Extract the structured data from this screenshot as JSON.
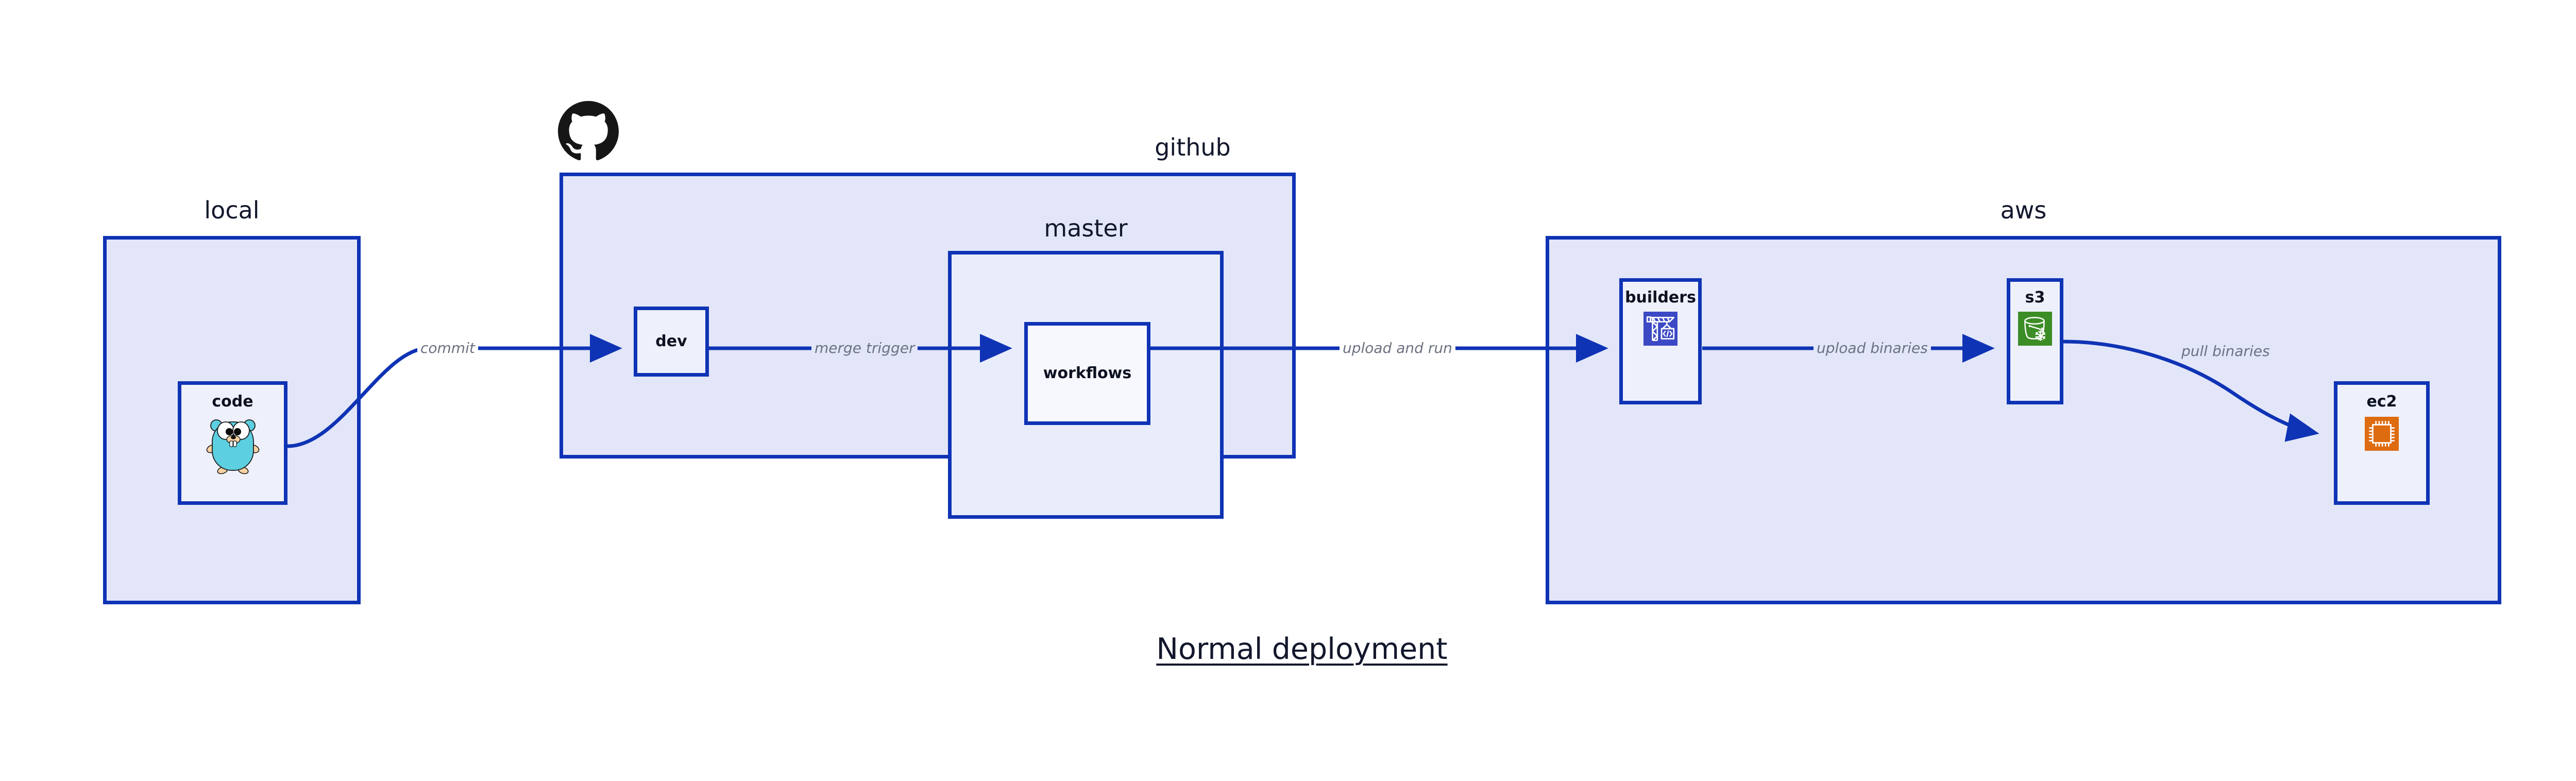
{
  "diagram": {
    "title": "Normal deployment",
    "background_color": "#ffffff",
    "zone_fill": "#e2e6f8",
    "zone_border": "#0f33b5",
    "node_fill": "#eef1fc",
    "edge_color": "#0f33b5",
    "edge_label_color": "#6b7280",
    "text_color": "#12172c"
  },
  "zones": {
    "local": {
      "label": "local",
      "nodes": {
        "code": {
          "label": "code",
          "icon": "go-gopher-icon"
        }
      }
    },
    "github": {
      "label": "github",
      "logo_icon": "github-octocat-icon",
      "nodes": {
        "dev": {
          "label": "dev"
        }
      },
      "subzones": {
        "master": {
          "label": "master",
          "nodes": {
            "workflows": {
              "label": "workflows"
            }
          }
        }
      }
    },
    "aws": {
      "label": "aws",
      "nodes": {
        "builders": {
          "label": "builders",
          "icon": "crane-code-icon",
          "icon_color": "#3b49c4"
        },
        "s3": {
          "label": "s3",
          "icon": "s3-bucket-icon",
          "icon_color": "#3c8d26"
        },
        "ec2": {
          "label": "ec2",
          "icon": "cpu-chip-icon",
          "icon_color": "#dd6b10"
        }
      }
    }
  },
  "edges": [
    {
      "id": "commit",
      "label": "commit",
      "from": "code",
      "to": "dev"
    },
    {
      "id": "merge-trigger",
      "label": "merge trigger",
      "from": "dev",
      "to": "workflows"
    },
    {
      "id": "upload-and-run",
      "label": "upload and run",
      "from": "workflows",
      "to": "builders"
    },
    {
      "id": "upload-binaries",
      "label": "upload binaries",
      "from": "builders",
      "to": "s3"
    },
    {
      "id": "pull-binaries",
      "label": "pull binaries",
      "from": "s3",
      "to": "ec2"
    }
  ]
}
